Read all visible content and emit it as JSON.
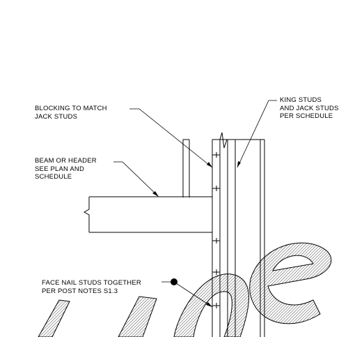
{
  "notes": {
    "blocking": [
      "BLOCKING TO MATCH",
      "JACK STUDS"
    ],
    "king_jack": [
      "KING STUDS",
      "AND JACK STUDS",
      "PER SCHEDULE"
    ],
    "beam": [
      "BEAM OR HEADER",
      "SEE PLAN AND",
      "SCHEDULE"
    ],
    "face_nail": [
      "FACE NAIL STUDS TOGETHER",
      "PER POST NOTES S1.3"
    ]
  },
  "colors": {
    "ink": "#000000",
    "background": "#ffffff"
  }
}
